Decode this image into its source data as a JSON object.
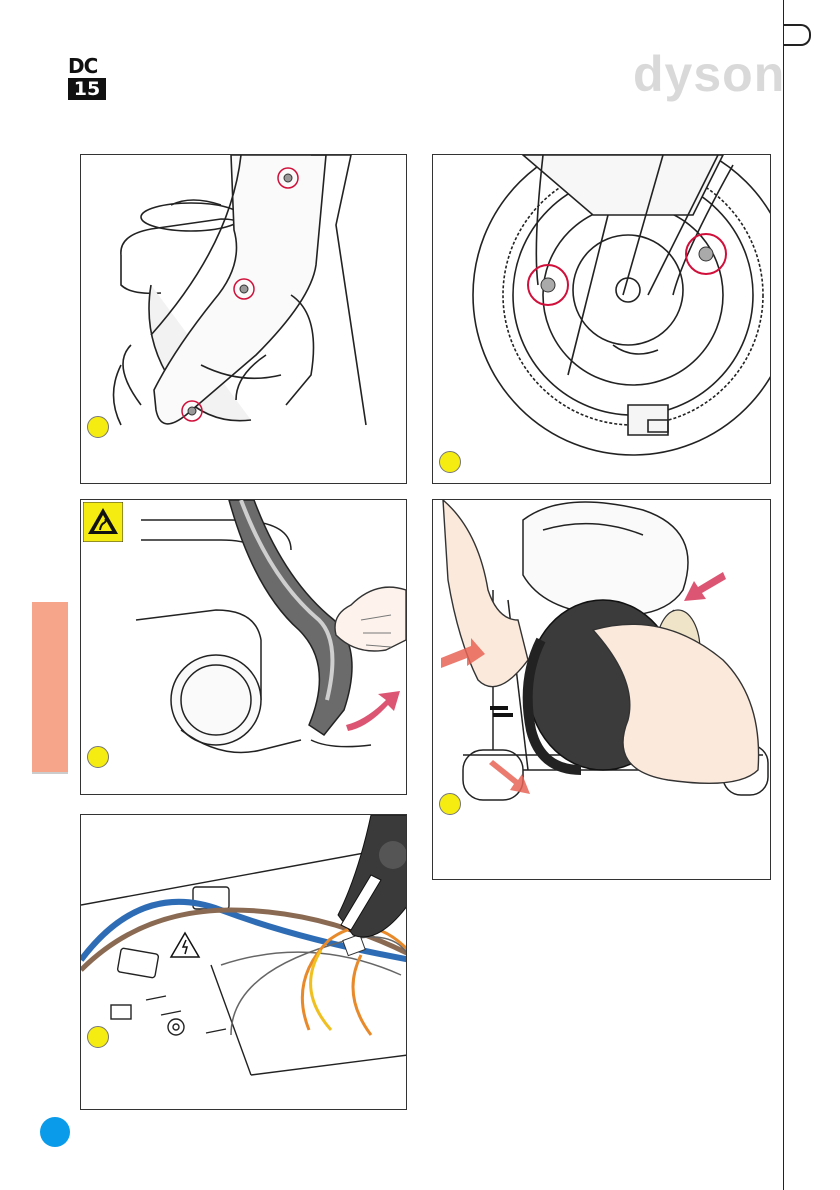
{
  "header": {
    "model_badge_top": "DC",
    "model_badge_bottom": "15",
    "brand_logo": "dyson"
  },
  "colors": {
    "step_marker": "#f5ec12",
    "highlight_circle": "#d0103a",
    "arrow": "#e0505a",
    "side_tab": "#f6a48a",
    "page_marker": "#0a9bea",
    "wire_blue": "#2e6db5",
    "wire_brown": "#8a6a52",
    "wire_orange": "#e8892a",
    "wire_yellow": "#f0c020"
  },
  "icons": {
    "esd_warning": "esd-warning-icon",
    "electrical_hazard": "electrical-hazard-icon"
  },
  "panels": [
    {
      "id": "step-1",
      "illustration": "unscrew-wand-cover-three-screws"
    },
    {
      "id": "step-2",
      "illustration": "unscrew-motor-bay-two-screws"
    },
    {
      "id": "step-3",
      "illustration": "remove-hose-seal"
    },
    {
      "id": "step-4",
      "illustration": "lift-motor-out"
    },
    {
      "id": "step-5",
      "illustration": "cut-cable-tie-wiring"
    }
  ]
}
